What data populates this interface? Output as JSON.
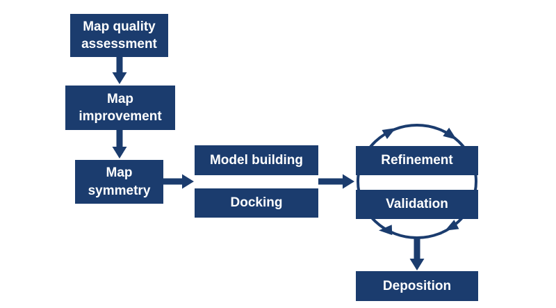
{
  "diagram": {
    "nodes": {
      "map_quality": "Map quality\nassessment",
      "map_improvement": "Map\nimprovement",
      "map_symmetry": "Map\nsymmetry",
      "model_building": "Model building",
      "docking": "Docking",
      "refinement": "Refinement",
      "validation": "Validation",
      "deposition": "Deposition"
    },
    "colors": {
      "node_fill": "#1b3c6e",
      "node_text": "#ffffff",
      "connector": "#1b3c6e",
      "background": "#ffffff"
    }
  }
}
